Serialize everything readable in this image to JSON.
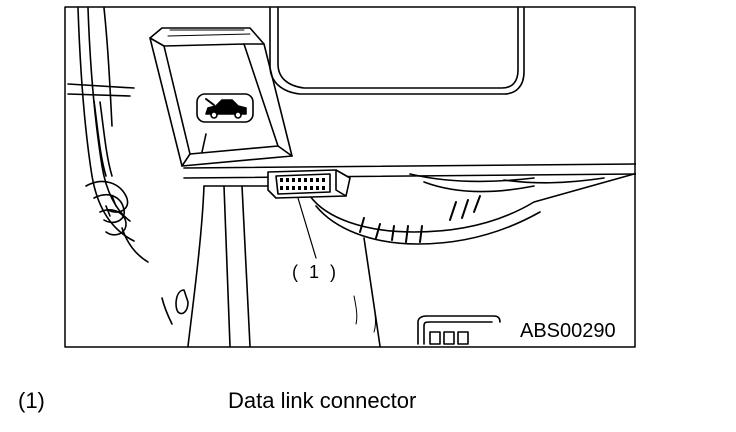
{
  "figure": {
    "callout_label": "( 1 )",
    "figure_id": "ABS00290"
  },
  "legend": [
    {
      "number": "(1)",
      "description": "Data link connector"
    }
  ]
}
